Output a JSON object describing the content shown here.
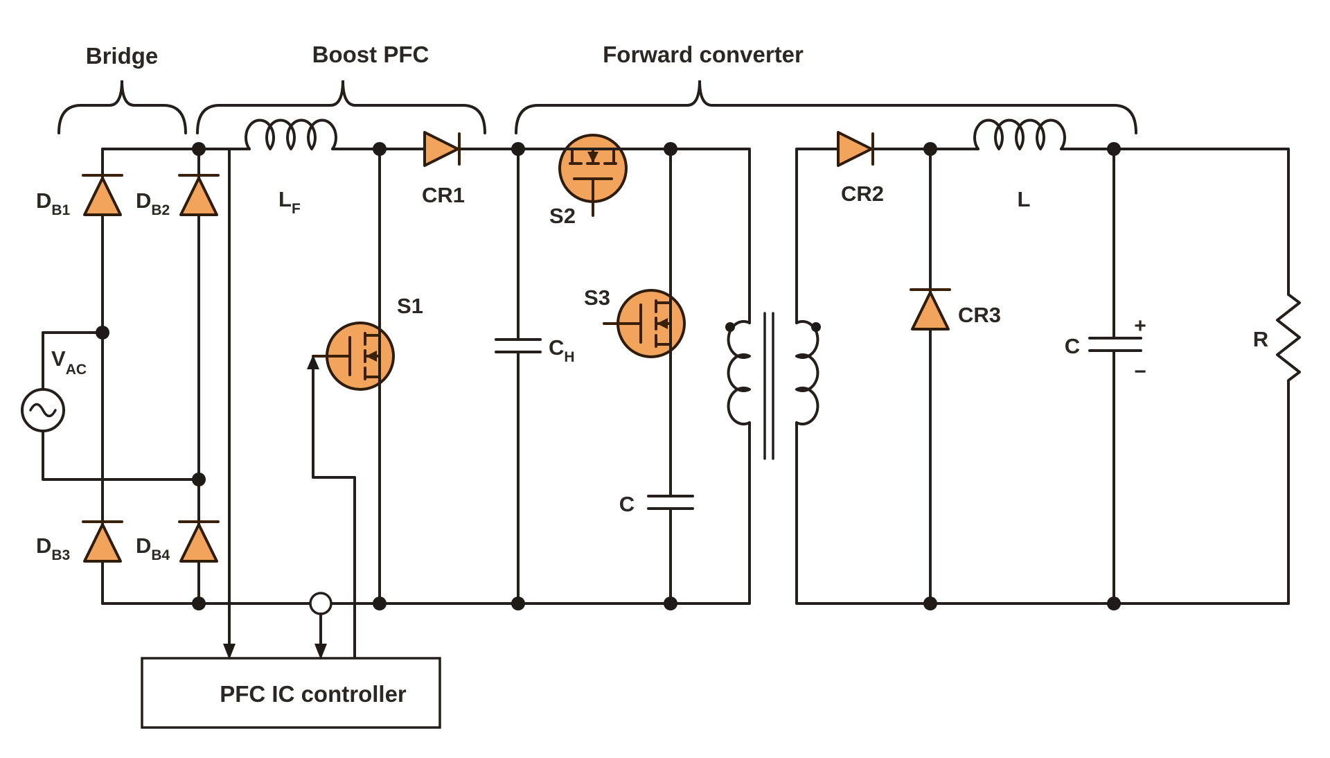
{
  "sections": {
    "bridge": "Bridge",
    "boost_pfc": "Boost PFC",
    "forward_converter": "Forward converter"
  },
  "controller": {
    "label": "PFC IC controller"
  },
  "components": {
    "vac": {
      "symbol": "V",
      "sub": "AC"
    },
    "db1": {
      "symbol": "D",
      "sub": "B1"
    },
    "db2": {
      "symbol": "D",
      "sub": "B2"
    },
    "db3": {
      "symbol": "D",
      "sub": "B3"
    },
    "db4": {
      "symbol": "D",
      "sub": "B4"
    },
    "lf": {
      "symbol": "L",
      "sub": "F"
    },
    "cr1": "CR1",
    "ch": {
      "symbol": "C",
      "sub": "H"
    },
    "s1": "S1",
    "s2": "S2",
    "s3": "S3",
    "c_primary": "C",
    "cr2": "CR2",
    "cr3": "CR3",
    "l_out": "L",
    "c_out": "C",
    "c_out_plus": "+",
    "c_out_minus": "−",
    "r_load": "R"
  },
  "colors": {
    "component_fill": "#f2a45c",
    "component_outline": "#2e1c0c",
    "wire": "#241f1c",
    "text": "#2b2723",
    "background": "#ffffff"
  }
}
